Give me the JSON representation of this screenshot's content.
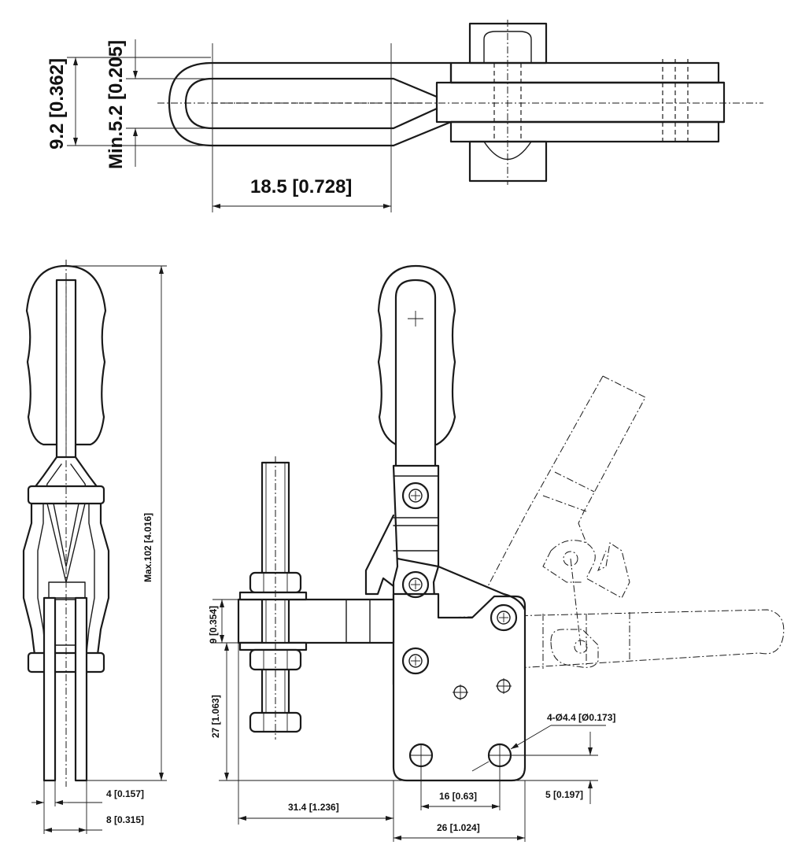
{
  "top_view": {
    "dim_width_total": "9.2 [0.362]",
    "dim_slot_min": "Min.5.2 [0.205]",
    "dim_slot_length": "18.5 [0.728]"
  },
  "side_view": {
    "dim_max_height": "Max.102 [4.016]",
    "dim_bar_thickness": "4 [0.157]",
    "dim_overall_thickness": "8 [0.315]"
  },
  "front_view": {
    "dim_arm_thickness": "9 [0.354]",
    "dim_spindle_height": "27 [1.063]",
    "dim_spindle_reach": "31.4 [1.236]",
    "dim_hole_spacing": "16 [0.63]",
    "dim_base_width": "26 [1.024]",
    "dim_hole_callout": "4-Ø4.4 [Ø0.173]",
    "dim_hole_edge": "5 [0.197]"
  },
  "colors": {
    "line": "#1a1a1a",
    "background": "#ffffff"
  }
}
